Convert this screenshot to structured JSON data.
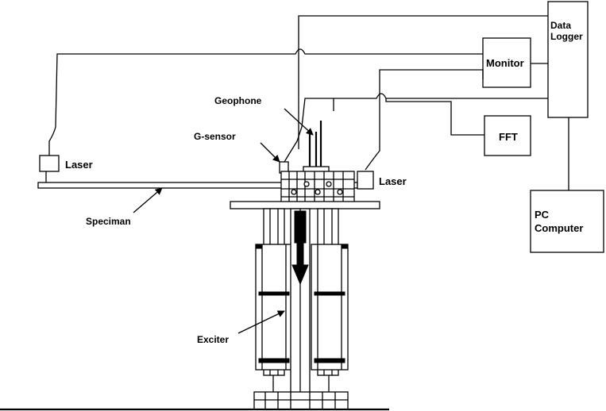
{
  "labels": {
    "data_logger_line1": "Data",
    "data_logger_line2": "Logger",
    "monitor": "Monitor",
    "fft": "FFT",
    "pc_line1": "PC",
    "pc_line2": "Computer",
    "geophone": "Geophone",
    "g_sensor": "G-sensor",
    "laser_left": "Laser",
    "laser_right": "Laser",
    "specimen": "Speciman",
    "exciter": "Exciter"
  }
}
